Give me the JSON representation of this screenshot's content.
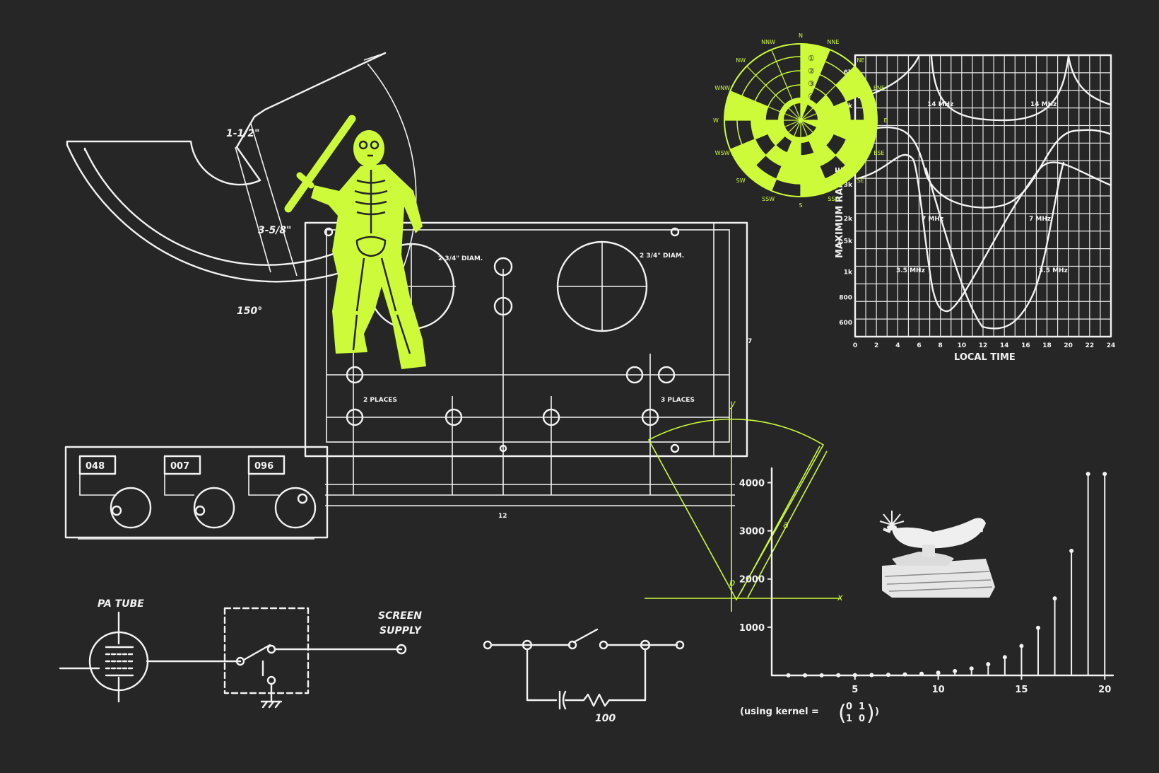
{
  "colors": {
    "background": "#262626",
    "line": "#f2f2f2",
    "accent": "#cdfb3a"
  },
  "arc_diagram": {
    "dim_top": "1-1/2\"",
    "dim_side": "3-5/8\"",
    "angle": "150°"
  },
  "chassis": {
    "diam_left": "2 3/4\" DIAM.",
    "diam_right": "2 3/4\" DIAM.",
    "places2": "2 PLACES",
    "places3": "3 PLACES",
    "width": "12",
    "height": "7"
  },
  "dials": [
    "048",
    "007",
    "096"
  ],
  "schematic": {
    "tube_label": "PA TUBE",
    "supply_label_1": "SCREEN",
    "supply_label_2": "SUPPLY",
    "resistor": "100"
  },
  "radar": {
    "directions": [
      "N",
      "NNE",
      "NE",
      "ENE",
      "E",
      "ESE",
      "SE",
      "SSE",
      "S",
      "SSW",
      "SW",
      "WSW",
      "W",
      "WNW",
      "NW",
      "NNW"
    ],
    "ring_marks": [
      "①",
      "②",
      "③",
      "④"
    ]
  },
  "range_chart": {
    "type": "line",
    "xlabel": "LOCAL TIME",
    "ylabel": "MAXIMUM RANGE",
    "x_ticks": [
      "0",
      "2",
      "4",
      "6",
      "8",
      "10",
      "12",
      "14",
      "16",
      "18",
      "20",
      "22",
      "24"
    ],
    "y_ticks": [
      "6k",
      "5k",
      "4k",
      "3k",
      "2k",
      "1.5k",
      "1k",
      "800",
      "600"
    ],
    "curve_labels": [
      "14 MHz",
      "14 MHz",
      "7 MHz",
      "7 MHz",
      "3.5 MHz",
      "3.5 MHz"
    ]
  },
  "vector_diagram": {
    "a_label": "a",
    "b_label": "b",
    "x_label": "x",
    "y_label": "y"
  },
  "chart_data": {
    "type": "bar",
    "x": [
      1,
      2,
      3,
      4,
      5,
      6,
      7,
      8,
      9,
      10,
      11,
      12,
      13,
      14,
      15,
      16,
      17,
      18,
      19,
      20
    ],
    "values": [
      1,
      1,
      2,
      3,
      5,
      8,
      13,
      21,
      34,
      55,
      89,
      144,
      233,
      377,
      610,
      987,
      1597,
      2584,
      4181,
      4181
    ],
    "xlim": [
      0,
      20.5
    ],
    "ylim": [
      0,
      4300
    ],
    "x_ticks": [
      "5",
      "10",
      "15",
      "20"
    ],
    "y_ticks": [
      "1000",
      "2000",
      "3000",
      "4000"
    ],
    "caption_prefix": "(using kernel =",
    "kernel": [
      "0",
      "1",
      "1",
      "0"
    ],
    "caption_suffix": ")",
    "grid": false
  }
}
